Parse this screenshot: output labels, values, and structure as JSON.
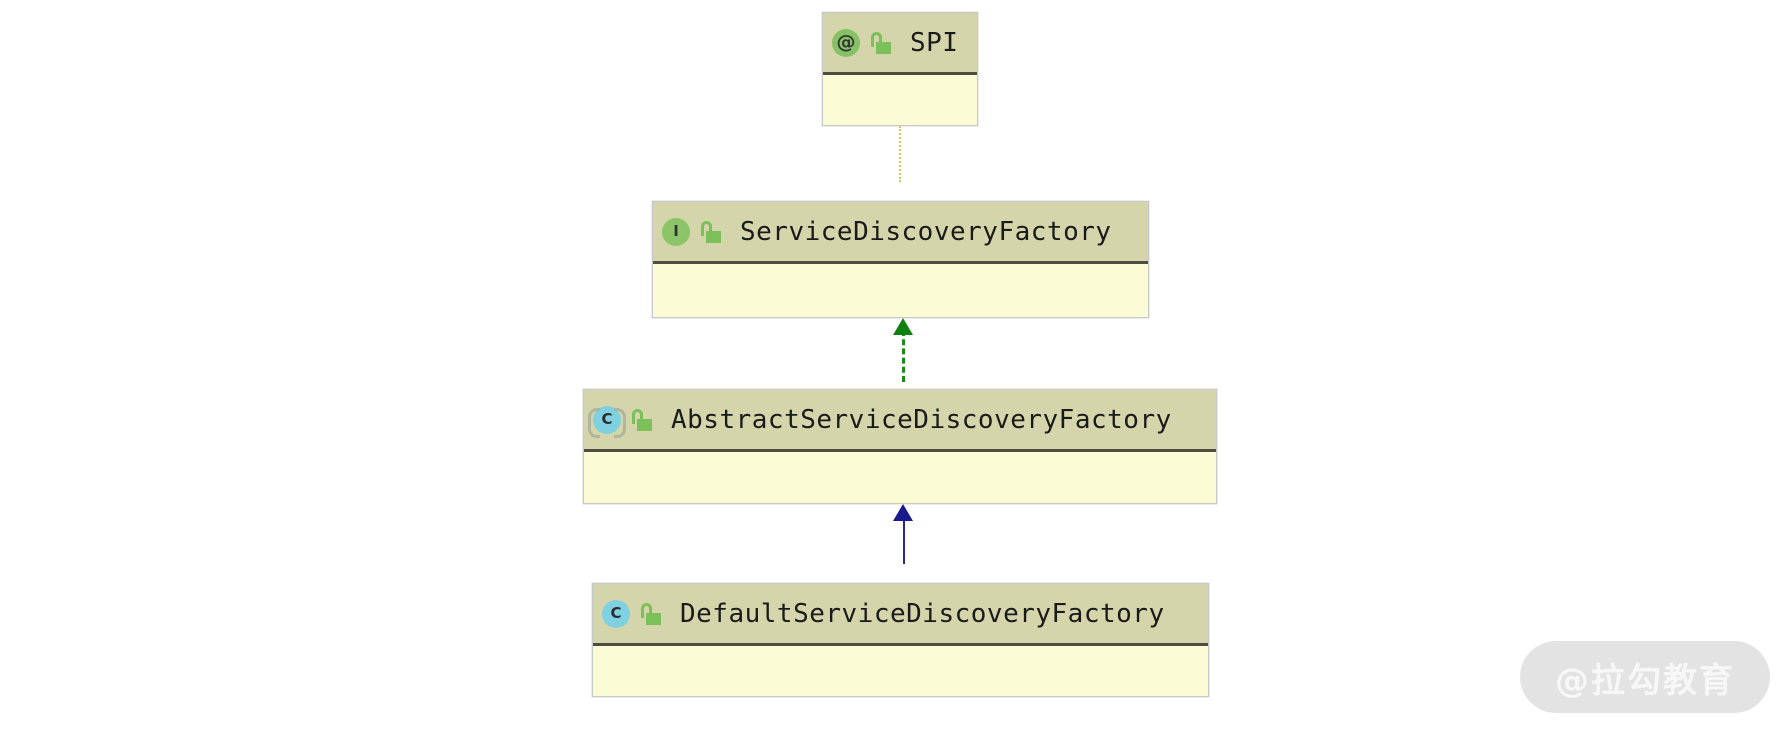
{
  "diagram": {
    "type": "uml-class-diagram",
    "background_color": "#ffffff",
    "nodes": [
      {
        "id": "spi",
        "name": "SPI",
        "kind": "annotation",
        "kind_icon": "at-sign-icon",
        "visibility_icon": "unlock-icon",
        "header_color": "#d5d5ab",
        "body_color": "#fbfbd6",
        "members": []
      },
      {
        "id": "service-discovery-factory",
        "name": "ServiceDiscoveryFactory",
        "kind": "interface",
        "kind_icon": "interface-icon",
        "visibility_icon": "unlock-icon",
        "header_color": "#d5d5ab",
        "body_color": "#fbfbd6",
        "members": []
      },
      {
        "id": "abstract-service-discovery-factory",
        "name": "AbstractServiceDiscoveryFactory",
        "kind": "abstract-class",
        "kind_icon": "abstract-class-icon",
        "visibility_icon": "unlock-icon",
        "header_color": "#d5d5ab",
        "body_color": "#fbfbd6",
        "members": []
      },
      {
        "id": "default-service-discovery-factory",
        "name": "DefaultServiceDiscoveryFactory",
        "kind": "class",
        "kind_icon": "class-icon",
        "visibility_icon": "unlock-icon",
        "header_color": "#d5d5ab",
        "body_color": "#fbfbd6",
        "members": []
      }
    ],
    "connectors": [
      {
        "id": "spi-to-interface",
        "from": "service-discovery-factory",
        "to": "spi",
        "style": "dotted",
        "color": "#d8c35c",
        "arrow": "none",
        "relation": "annotated-by"
      },
      {
        "id": "abstract-implements-interface",
        "from": "abstract-service-discovery-factory",
        "to": "service-discovery-factory",
        "style": "dashed",
        "color": "#108010",
        "arrow": "filled-triangle",
        "relation": "realization"
      },
      {
        "id": "default-extends-abstract",
        "from": "default-service-discovery-factory",
        "to": "abstract-service-discovery-factory",
        "style": "solid",
        "color": "#1a1a8f",
        "arrow": "filled-triangle",
        "relation": "generalization"
      }
    ]
  },
  "icons": {
    "annotation_glyph": "@",
    "interface_glyph": "I",
    "class_glyph": "C",
    "abstract_glyph": "C"
  },
  "watermark": {
    "text": "@拉勾教育",
    "background_color": "#e3e3e3",
    "text_color": "#f7f7f7"
  }
}
